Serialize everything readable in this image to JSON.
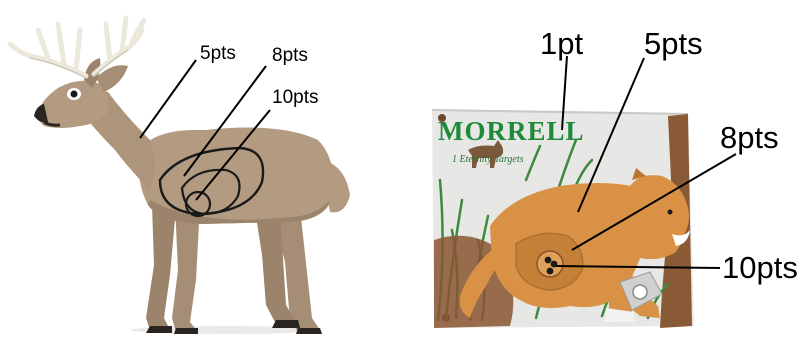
{
  "deer_target": {
    "labels": {
      "zone_5": "5pts",
      "zone_8": "8pts",
      "zone_10": "10pts"
    }
  },
  "cougar_target": {
    "brand": "MORRELL",
    "tagline": "1 Eternity Targets",
    "labels": {
      "zone_1": "1pt",
      "zone_5": "5pts",
      "zone_8": "8pts",
      "zone_10": "10pts"
    }
  },
  "colors": {
    "deer_body": "#b39b82",
    "deer_shade": "#8f7a64",
    "antler": "#ece8dc",
    "cougar_body": "#d89145",
    "target_bg": "#e7e7e5",
    "grass": "#3d8a3c",
    "brand_green": "#1f8a3a"
  }
}
